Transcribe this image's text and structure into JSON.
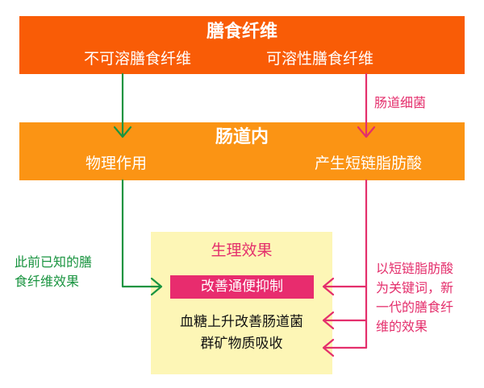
{
  "top_block": {
    "title": "膳食纤维",
    "left_label": "不可溶膳食纤维",
    "right_label": "可溶性膳食纤维"
  },
  "middle_block": {
    "title": "肠道内",
    "left_label": "物理作用",
    "right_label": "产生短链脂肪酸"
  },
  "arrow_labels": {
    "bacteria": "肠道细菌"
  },
  "left_note": {
    "lines": [
      "此前已知的膳",
      "食纤维效果"
    ]
  },
  "right_note": {
    "lines": [
      "以短链脂肪酸",
      "为关键词，新",
      "一代的膳食纤",
      "维的效果"
    ]
  },
  "effects_box": {
    "title": "生理效果",
    "highlight": "改善通便抑制",
    "line1": "血糖上升改善肠道菌",
    "line2": "群矿物质吸收"
  },
  "colors": {
    "top_orange": "#f95c06",
    "mid_orange": "#fb9414",
    "effects_bg": "#fdf6b6",
    "highlight_pink": "#e82c6e",
    "green": "#1a9440",
    "pink": "#e42f6c"
  }
}
